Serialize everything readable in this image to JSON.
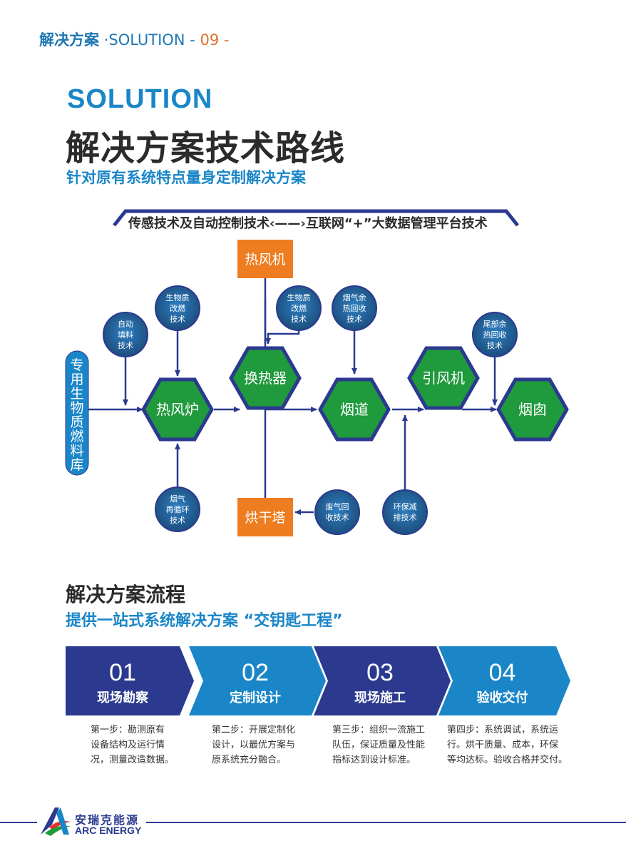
{
  "header": {
    "cn": "解决方案",
    "en": "·SOLUTION -",
    "page": "09 -"
  },
  "solution": {
    "en": "SOLUTION",
    "title": "解决方案技术路线",
    "subtitle": "针对原有系统特点量身定制解决方案"
  },
  "tech_banner": "传感技术及自动控制技术‹——›互联网“+”大数据管理平台技术",
  "diagram": {
    "vertical_store": [
      "专",
      "用",
      "生",
      "物",
      "质",
      "燃",
      "料",
      "库"
    ],
    "hexagons": {
      "furnace": "热风炉",
      "exchanger": "换热器",
      "flue": "烟道",
      "fan": "引风机",
      "chimney": "烟囱"
    },
    "boxes": {
      "hot_air": "热风机",
      "dryer": "烘干塔"
    },
    "circles": {
      "auto_feed": [
        "自动",
        "填料",
        "技术"
      ],
      "biomass_1": [
        "生物质",
        "改燃",
        "技术"
      ],
      "biomass_2": [
        "生物质",
        "改燃",
        "技术"
      ],
      "flue_heat": [
        "烟气余",
        "热回收",
        "技术"
      ],
      "tail_heat": [
        "尾部余",
        "热回收",
        "技术"
      ],
      "flue_recirc": [
        "烟气",
        "再循环",
        "技术"
      ],
      "waste_gas": [
        "废气回",
        "收技术"
      ],
      "env_emission": [
        "环保减",
        "排技术"
      ]
    },
    "colors": {
      "navy": "#2b3a8f",
      "green": "#1f9a3c",
      "orange": "#ee7d22",
      "circle_dark": "#1c4e7e",
      "circle_light": "#2f7fc1"
    }
  },
  "flow": {
    "title": "解决方案流程",
    "subtitle": "提供一站式系统解决方案 “交钥匙工程”",
    "steps": [
      {
        "num": "01",
        "label": "现场勘察",
        "desc": [
          "第一步：勘测原有",
          "设备结构及运行情",
          "况，测量改造数据。"
        ]
      },
      {
        "num": "02",
        "label": "定制设计",
        "desc": [
          "第二步：开展定制化",
          "设计，以最优方案与",
          "原系统充分融合。"
        ]
      },
      {
        "num": "03",
        "label": "现场施工",
        "desc": [
          "第三步：组织一流施工",
          "队伍，保证质量及性能",
          "指标达到设计标准。"
        ]
      },
      {
        "num": "04",
        "label": "验收交付",
        "desc": [
          "第四步：系统调试，系统运",
          "行。烘干质量、成本，环保",
          "等均达标。验收合格并交付。"
        ]
      }
    ],
    "colors": {
      "dark": "#2b3a8f",
      "light": "#1a86c8"
    }
  },
  "footer": {
    "brand_cn": "安瑞克能源",
    "brand_en": "ARC ENERGY"
  }
}
